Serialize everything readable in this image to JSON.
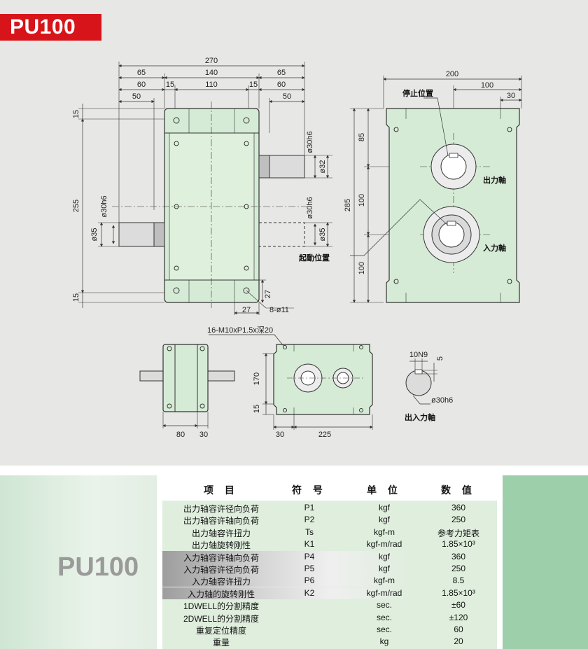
{
  "tag": {
    "label": "PU100"
  },
  "drawing": {
    "front_dims": {
      "overall": "270",
      "left_65": "65",
      "mid_140": "140",
      "right_65": "65",
      "l60": "60",
      "l15": "15",
      "m110": "110",
      "r15": "15",
      "r60": "60",
      "l50": "50",
      "r50": "50",
      "top15": "15",
      "height255": "255",
      "bottom15": "15",
      "shaft_l_h6": "ø30h6",
      "shaft_l_35": "ø35",
      "shaft_r1_h6": "ø30h6",
      "shaft_r1_32": "ø32",
      "shaft_r2_h6": "ø30h6",
      "shaft_r2_35": "ø35",
      "foot27a": "27",
      "foot27b": "27",
      "hole": "8-ø11"
    },
    "side_dims": {
      "w200": "200",
      "w100": "100",
      "w30": "30",
      "h85": "85",
      "h285": "285",
      "h100a": "100",
      "h100b": "100",
      "stop_pos": "停止位置",
      "out_shaft": "出力軸",
      "in_shaft": "入力軸",
      "start_pos": "起動位置"
    },
    "top_dims": {
      "thread": "16-M10xP1.5x深20",
      "d80": "80",
      "d30a": "30",
      "h170": "170",
      "h15": "15",
      "d30b": "30",
      "d225": "225"
    },
    "shaft_detail": {
      "key": "10N9",
      "depth": "5",
      "dia": "ø30h6",
      "caption": "出入力軸"
    }
  },
  "specs": {
    "model": "PU100",
    "headers": [
      "项 目",
      "符 号",
      "单 位",
      "数 值"
    ],
    "rows": [
      {
        "item": "出力轴容许径向负荷",
        "sym": "P1",
        "unit": "kgf",
        "value": "360",
        "shade": false
      },
      {
        "item": "出力轴容许轴向负荷",
        "sym": "P2",
        "unit": "kgf",
        "value": "250",
        "shade": false
      },
      {
        "item": "出力轴容许扭力",
        "sym": "Ts",
        "unit": "kgf-m",
        "value": "参考力矩表",
        "shade": false
      },
      {
        "item": "出力轴旋转刚性",
        "sym": "K1",
        "unit": "kgf-m/rad",
        "value": "1.85×10³",
        "shade": false
      },
      {
        "item": "入力轴容许轴向负荷",
        "sym": "P4",
        "unit": "kgf",
        "value": "360",
        "shade": true
      },
      {
        "item": "入力轴容许径向负荷",
        "sym": "P5",
        "unit": "kgf",
        "value": "250",
        "shade": true
      },
      {
        "item": "入力轴容许扭力",
        "sym": "P6",
        "unit": "kgf-m",
        "value": "8.5",
        "shade": true
      },
      {
        "item": "入力轴的旋转刚性",
        "sym": "K2",
        "unit": "kgf-m/rad",
        "value": "1.85×10³",
        "shade": true
      },
      {
        "item": "1DWELL的分割精度",
        "sym": "",
        "unit": "sec.",
        "value": "±60",
        "shade": false
      },
      {
        "item": "2DWELL的分割精度",
        "sym": "",
        "unit": "sec.",
        "value": "±120",
        "shade": false
      },
      {
        "item": "重复定位精度",
        "sym": "",
        "unit": "sec.",
        "value": "60",
        "shade": false
      },
      {
        "item": "重量",
        "sym": "",
        "unit": "kg",
        "value": "20",
        "shade": false
      }
    ]
  }
}
